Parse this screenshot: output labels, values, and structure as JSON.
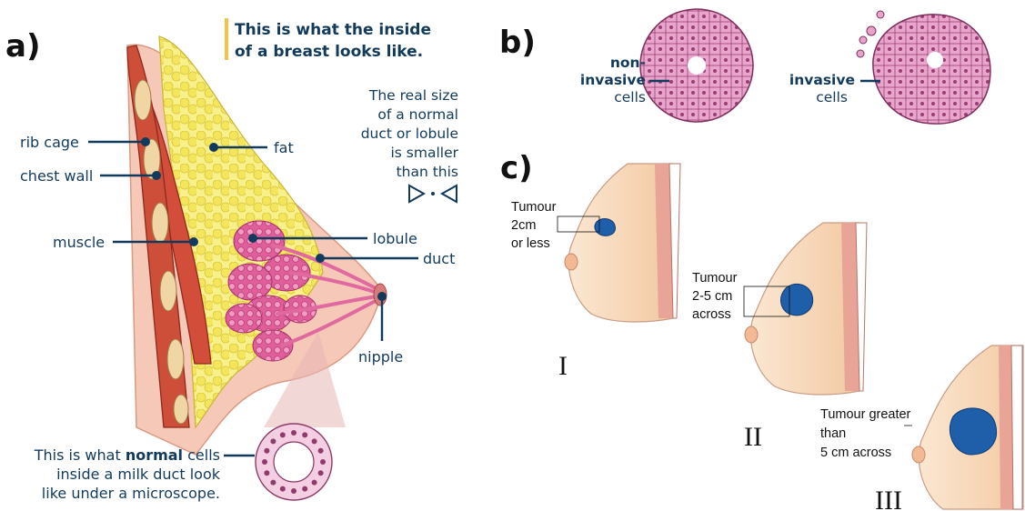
{
  "panels": {
    "a": "a)",
    "b": "b)",
    "c": "c)"
  },
  "panel_a": {
    "title_line1": "This is what the inside",
    "title_line2": "of a breast looks like.",
    "size_note": [
      "The real size",
      "of a normal",
      "duct or lobule",
      "is smaller",
      "than this"
    ],
    "labels": {
      "rib_cage": "rib cage",
      "chest_wall": "chest wall",
      "muscle": "muscle",
      "fat": "fat",
      "lobule": "lobule",
      "duct": "duct",
      "nipple": "nipple"
    },
    "caption": {
      "line1_pre": "This is what ",
      "line1_bold": "normal",
      "line1_post": " cells",
      "line2": "inside a milk duct look",
      "line3": "like under a microscope."
    }
  },
  "panel_b": {
    "non_invasive": [
      "non-",
      "invasive",
      "cells"
    ],
    "invasive": [
      "invasive",
      "cells"
    ]
  },
  "panel_c": {
    "stage1": {
      "label": [
        "Tumour",
        "2cm",
        "or less"
      ],
      "numeral": "I"
    },
    "stage2": {
      "label": [
        "Tumour",
        "2-5 cm",
        "across"
      ],
      "numeral": "II"
    },
    "stage3": {
      "label": [
        "Tumour greater",
        "than",
        "5 cm across"
      ],
      "numeral": "III"
    }
  },
  "colors": {
    "label_blue": "#123a5c",
    "accent_bar": "#f2c24a",
    "tumour": "#1f5ea8",
    "cell_pink": "#e9a9cf",
    "skin": "#f7dcc2",
    "muscle": "#d2553e",
    "fat": "#f5ec7a"
  }
}
